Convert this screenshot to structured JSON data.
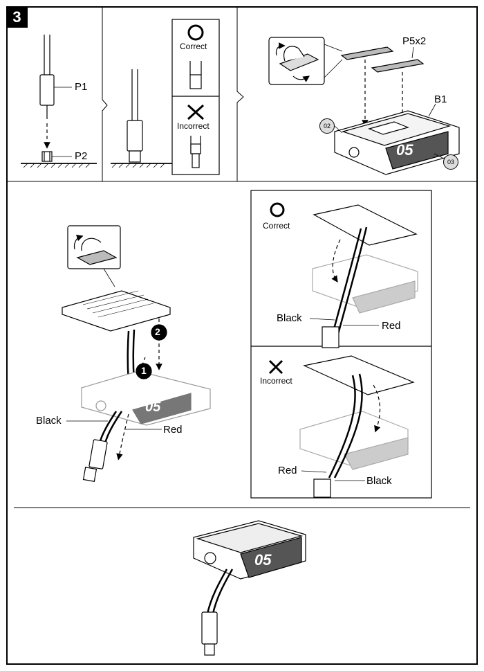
{
  "step_number": "3",
  "labels": {
    "p1": "P1",
    "p2": "P2",
    "p5x2": "P5x2",
    "b1": "B1",
    "n02": "02",
    "n03": "03",
    "correct": "Correct",
    "incorrect": "Incorrect",
    "black": "Black",
    "red": "Red",
    "badge_05": "05",
    "order_1": "1",
    "order_2": "2"
  },
  "colors": {
    "line": "#000000",
    "fill_gray": "#cccccc",
    "badge_dark": "#555555"
  },
  "icons": [
    "correct-circle-icon",
    "incorrect-cross-icon",
    "peel-off-hand-icon"
  ]
}
